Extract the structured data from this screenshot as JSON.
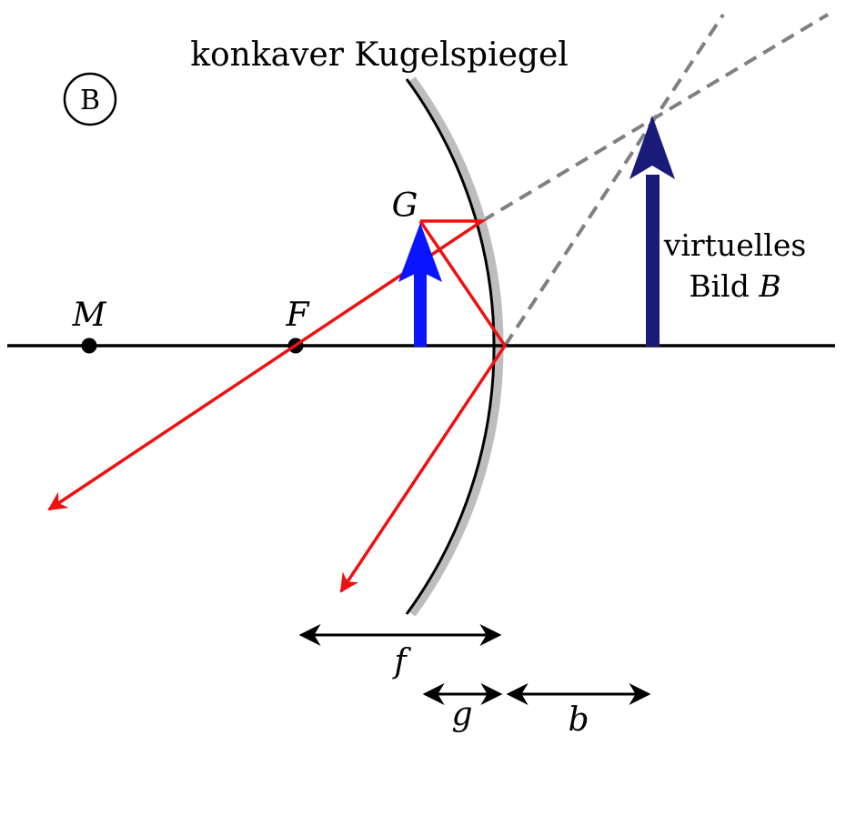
{
  "labels": {
    "mirror_title": "konkaver Kugelspiegel",
    "badge": "B",
    "point_m": "M",
    "point_f": "F",
    "object": "G",
    "image_line1": "virtuelles",
    "image_line2_prefix": "Bild ",
    "image_line2_var": "B",
    "dim_f": "f",
    "dim_g": "g",
    "dim_b": "b"
  },
  "colors": {
    "axis": "#000000",
    "mirror": "#000000",
    "mirror_coating": "#bdbdbd",
    "rays": "#ee1111",
    "object_arrow": "#0a14ff",
    "image_arrow": "#1a1a78",
    "virtual_rays": "#808080",
    "dimension": "#000000"
  }
}
